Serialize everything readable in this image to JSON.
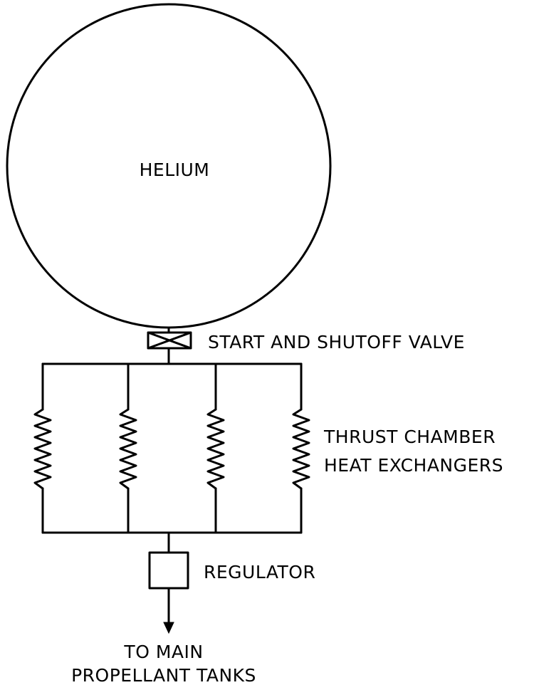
{
  "diagram": {
    "title": "Helium pressurization system schematic",
    "tank_label": "HELIUM",
    "valve_label": "START AND SHUTOFF VALVE",
    "heat_exchangers_label_line1": "THRUST CHAMBER",
    "heat_exchangers_label_line2": "HEAT EXCHANGERS",
    "heat_exchanger_count": 4,
    "regulator_label": "REGULATOR",
    "destination_line1": "TO MAIN",
    "destination_line2": "PROPELLANT TANKS"
  },
  "colors": {
    "line": "#000000",
    "background": "#ffffff"
  }
}
